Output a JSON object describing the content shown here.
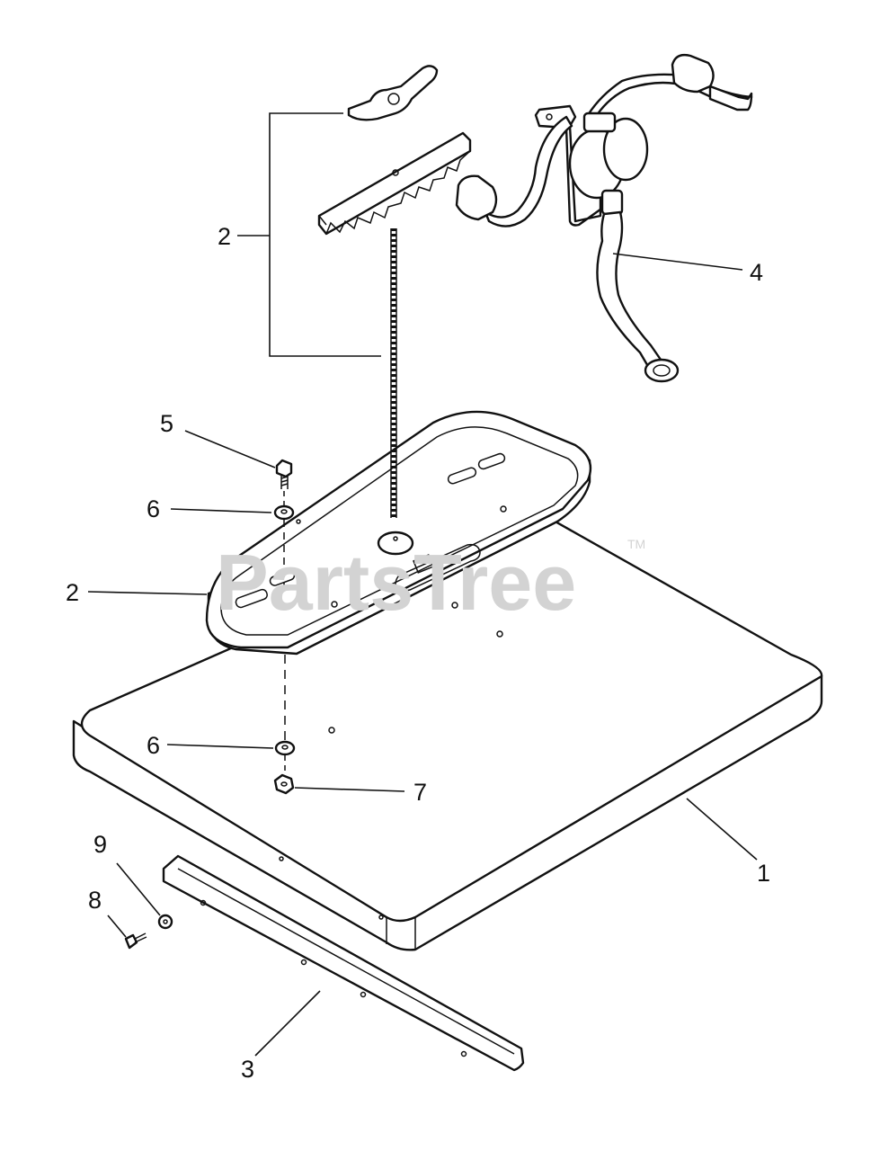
{
  "watermark": {
    "text": "PartsTree",
    "trademark": "TM"
  },
  "callouts": {
    "c1": "1",
    "c2_upper": "2",
    "c2_lower": "2",
    "c3": "3",
    "c4": "4",
    "c5": "5",
    "c6_upper": "6",
    "c6_lower": "6",
    "c7": "7",
    "c8": "8",
    "c9": "9"
  },
  "colors": {
    "line": "#111111",
    "watermark": "#d3d3d3",
    "background": "#ffffff"
  }
}
